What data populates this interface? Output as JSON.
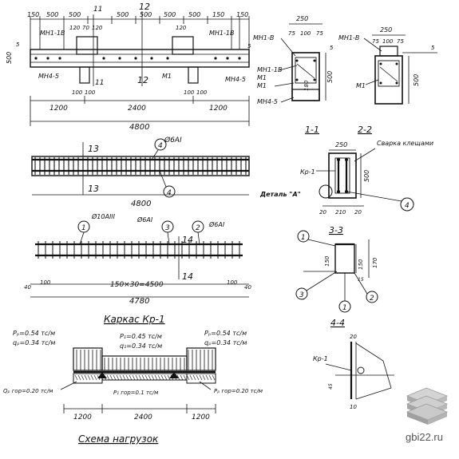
{
  "plan": {
    "top_dims": [
      "150",
      "500",
      "500",
      "11",
      "500",
      "500",
      "12",
      "500",
      "500",
      "150",
      "150"
    ],
    "labels_top": [
      "МН1-1В",
      "120",
      "70",
      "120",
      "120",
      "МН1-1В"
    ],
    "left_dim": "500",
    "left_small": "5",
    "labels_bottom": [
      "МН4-5",
      "11",
      "12",
      "М1",
      "МН4-5"
    ],
    "bottom_small": [
      "100",
      "100",
      "100",
      "100"
    ],
    "bottom_dims": [
      "1200",
      "2400",
      "1200"
    ],
    "total": "4800"
  },
  "sections_top": {
    "left": {
      "dims_top": [
        "250",
        "75",
        "100",
        "75"
      ],
      "labels": [
        "МН1-В",
        "МН1-1В",
        "М1",
        "М1",
        "МН4-5"
      ],
      "right_dim": "500",
      "right_small": "5",
      "inner": "180"
    },
    "right": {
      "dims_top": [
        "250",
        "75",
        "100",
        "75"
      ],
      "labels": [
        "МН1-В",
        "М1"
      ],
      "right_dim": "500",
      "right_small": "5"
    }
  },
  "beam_elev": {
    "left_mark": "13",
    "left_mark2": "13",
    "bar_label": "Ø6АI",
    "callout": "4",
    "total": "4800"
  },
  "cage": {
    "labels_top": [
      "Ø10АIII",
      "Ø6АI",
      "Ø6АI"
    ],
    "callouts": [
      "1",
      "3",
      "2"
    ],
    "mark": "14",
    "mark2": "14",
    "dims": [
      "40",
      "100",
      "150×30=4500",
      "100",
      "40"
    ],
    "total": "4780",
    "title": "Каркас Кр-1"
  },
  "sec11": {
    "title": "1-1",
    "dim_top": "250",
    "label": "Кр-1",
    "detail": "Деталь \"А\"",
    "dims_bottom": [
      "20",
      "210",
      "20"
    ],
    "right_dim": "500",
    "callout": "4"
  },
  "sec22": {
    "title": "2-2",
    "note": "Сварка клещами"
  },
  "sec33": {
    "title": "3-3",
    "callouts": [
      "1",
      "2",
      "3",
      "1"
    ],
    "dims": [
      "150",
      "150",
      "170",
      "15"
    ]
  },
  "sec44": {
    "title": "4-4",
    "dims": [
      "20",
      "10",
      "45"
    ],
    "label": "Кр-1"
  },
  "loads": {
    "left_top": [
      "Pₚ=0.54 тс/м",
      "qₚ=0.34 тс/м"
    ],
    "mid_top": [
      "P₁=0.45 тс/м",
      "q₁=0.34 тс/м"
    ],
    "right_top": [
      "Pₚ=0.54 тс/м",
      "qₚ=0.34 тс/м"
    ],
    "left_bottom": "Qₚ гор=0.20 тс/м",
    "mid_bottom": "P₁ гор=0.1 тс/м",
    "right_bottom": "Pₚ гор=0.20 тс/м",
    "dims": [
      "1200",
      "2400",
      "1200"
    ],
    "title": "Схема нагрузок"
  },
  "watermark": "gbi22.ru"
}
